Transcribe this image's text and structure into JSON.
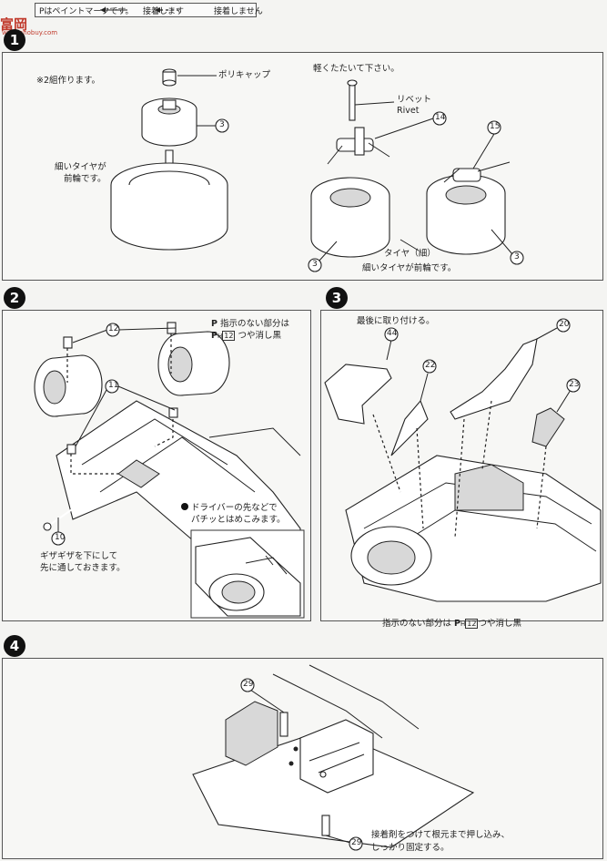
{
  "legend": {
    "prefix": "Pはペイントマークです。",
    "glued": "接着します",
    "not_glued": "接着しません"
  },
  "watermark": {
    "brand": "富岡",
    "url": "www.nhobuy.com"
  },
  "step1": {
    "number": "1",
    "note_two_sets": "※2組作ります。",
    "poly_cap": "ポリキャップ",
    "narrow_front_1": "細いタイヤが",
    "narrow_front_2": "前輪です。",
    "tap_lightly": "軽くたたいて下さい。",
    "rivet_jp": "リベット",
    "rivet_en": "Rivet",
    "tire_narrow": "タイヤ（細）",
    "narrow_front_full": "細いタイヤが前輪です。",
    "callouts": [
      "3",
      "14",
      "15",
      "3",
      "3"
    ]
  },
  "step2": {
    "number": "2",
    "paint_note_1": "指示のない部分は",
    "paint_note_2": "つや消し黒",
    "paint_code": "12",
    "driver_note_1": "ドライバーの先などで",
    "driver_note_2": "パチッとはめこみます。",
    "serration_1": "ギザギザを下にして",
    "serration_2": "先に通しておきます。",
    "callouts": [
      "12",
      "11",
      "10"
    ]
  },
  "step3": {
    "number": "3",
    "attach_last": "最後に取り付ける。",
    "paint_note": "指示のない部分は",
    "paint_code": "12",
    "paint_note_2": "つや消し黒",
    "callouts": [
      "44",
      "22",
      "20",
      "23"
    ]
  },
  "step4": {
    "number": "4",
    "glue_note_1": "接着剤をつけて根元まで押し込み、",
    "glue_note_2": "しっかり固定する。",
    "callouts": [
      "29",
      "29"
    ]
  }
}
